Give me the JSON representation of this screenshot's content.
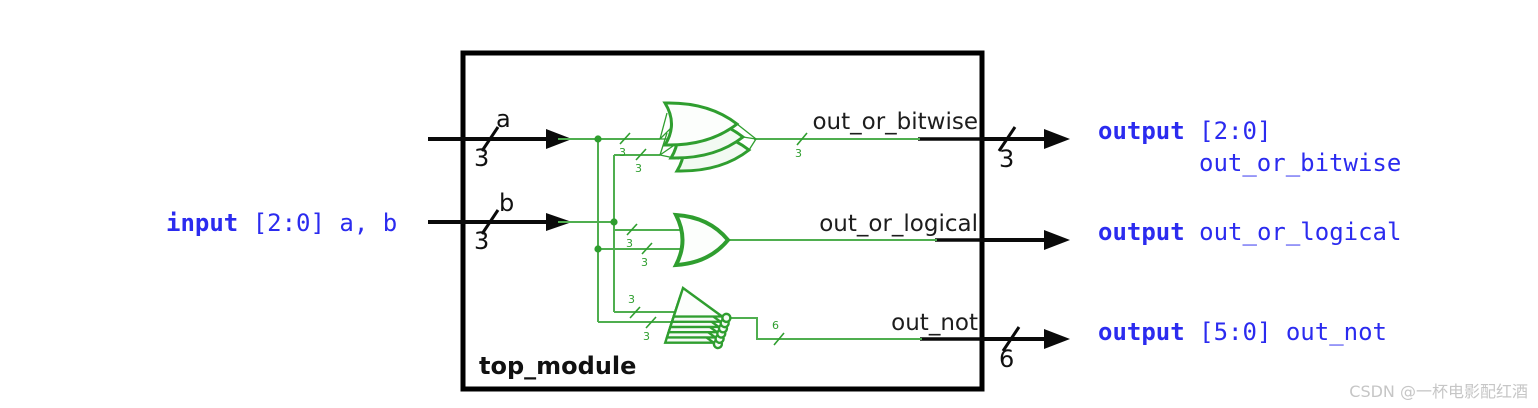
{
  "module": {
    "name": "top_module"
  },
  "left_declaration": {
    "keyword": "input",
    "rest": " [2:0] a, b"
  },
  "inputs": {
    "a": {
      "label": "a",
      "bus": "3"
    },
    "b": {
      "label": "b",
      "bus": "3"
    }
  },
  "internal_labels": {
    "or_bitwise": "out_or_bitwise",
    "or_logical": "out_or_logical",
    "not": "out_not"
  },
  "wire_widths": {
    "a_or1": "3",
    "b_or1": "3",
    "b_or2": "3",
    "a_or2": "3",
    "b_not": "3",
    "a_not": "3",
    "or1_out": "3",
    "not_out": "6"
  },
  "outputs": {
    "bitwise": {
      "keyword": "output",
      "rest": " [2:0]",
      "line2": "out_or_bitwise",
      "bus": "3"
    },
    "logical": {
      "keyword": "output",
      "rest": " out_or_logical"
    },
    "not_out": {
      "keyword": "output",
      "rest": " [5:0] out_not",
      "bus": "6"
    }
  },
  "watermark": "CSDN @一杯电影配红酒",
  "colors": {
    "gate_green": "#2f9e2f",
    "wire_green": "#4fae4f",
    "code_blue": "#2b2bef",
    "wire_black": "#0a0a0a"
  }
}
